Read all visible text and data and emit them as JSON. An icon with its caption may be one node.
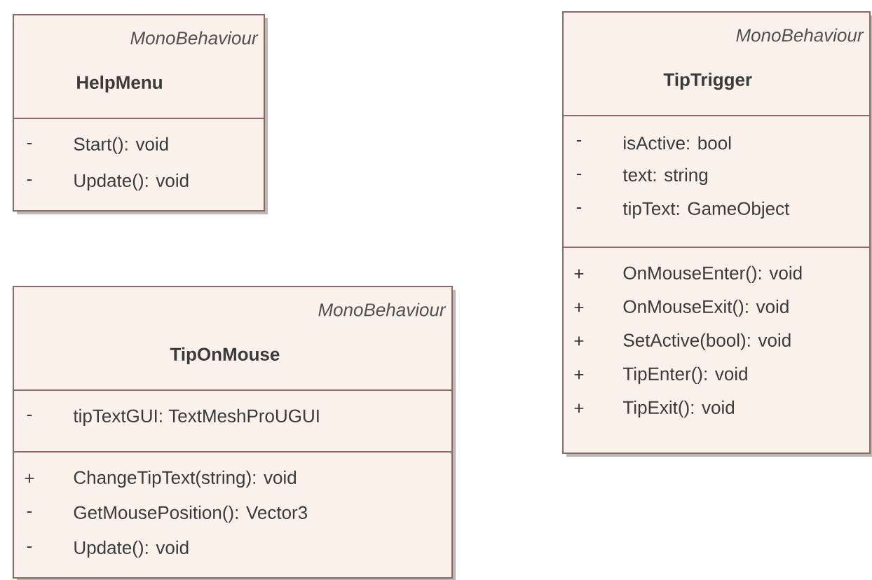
{
  "diagram": {
    "nodes": [
      {
        "text": [
          "MonoBehaviour",
          "HelpMenu"
        ]
      },
      {
        "text": [
          "-",
          "Start(): void",
          "-",
          "Update(): void"
        ],
        "in": 0
      },
      {
        "text": [
          "MonoBehaviour",
          "TipTrigger"
        ]
      },
      {
        "text": [
          "-",
          "isActive: bool",
          "-",
          "text: string",
          "-",
          "tipText: GameObject"
        ],
        "in": 2
      },
      {
        "text": [
          "+",
          "OnMouseEnter(): void",
          "+",
          "OnMouseExit(): void",
          "+",
          "SetActive(bool): void",
          "+",
          "TipEnter(): void",
          "+",
          "TipExit(): void"
        ],
        "in": 2
      },
      {
        "text": [
          "MonoBehaviour",
          "TipOnMouse"
        ]
      },
      {
        "text": [
          "-",
          "tipTextGUI: TextMeshProUGUI"
        ],
        "in": 5
      },
      {
        "text": [
          "+",
          "ChangeTipText(string): void",
          "-",
          "GetMousePosition(): Vector3",
          "-",
          "Update(): void"
        ],
        "in": 5
      }
    ]
  }
}
